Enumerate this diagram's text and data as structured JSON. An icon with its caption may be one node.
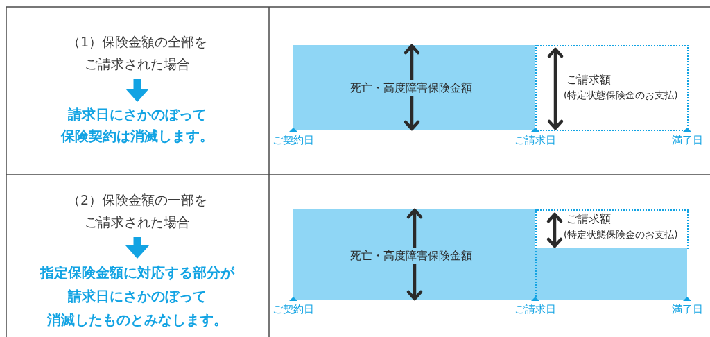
{
  "diagram": {
    "nodes": [
      {
        "text": [
          "（1）保険金額の全部をご請求された場合"
        ]
      },
      {
        "text": [
          "請求日にさかのぼって保険契約は消滅します。"
        ]
      },
      {
        "text": [
          "死亡・高度障害保険金額"
        ]
      },
      {
        "text": [
          "ご請求額",
          "(特定状態保険金のお支払)"
        ]
      },
      {
        "text": [
          "（2）保険金額の一部をご請求された場合"
        ]
      },
      {
        "text": [
          "指定保険金額に対応する部分が請求日にさかのぼって消滅したものとみなします。"
        ]
      },
      {
        "text": [
          "死亡・高度障害保険金額"
        ]
      },
      {
        "text": [
          "ご請求額",
          "(特定状態保険金のお支払)"
        ]
      },
      {
        "text": [],
        "shape": "bar"
      }
    ],
    "edges": [
      {
        "from": 0,
        "to": 1,
        "arrow": "to"
      },
      {
        "from": 4,
        "to": 5,
        "arrow": "to"
      }
    ],
    "labels": [
      "ご契約日",
      "ご請求日",
      "満了日",
      "ご契約日",
      "ご請求日",
      "満了日"
    ]
  }
}
